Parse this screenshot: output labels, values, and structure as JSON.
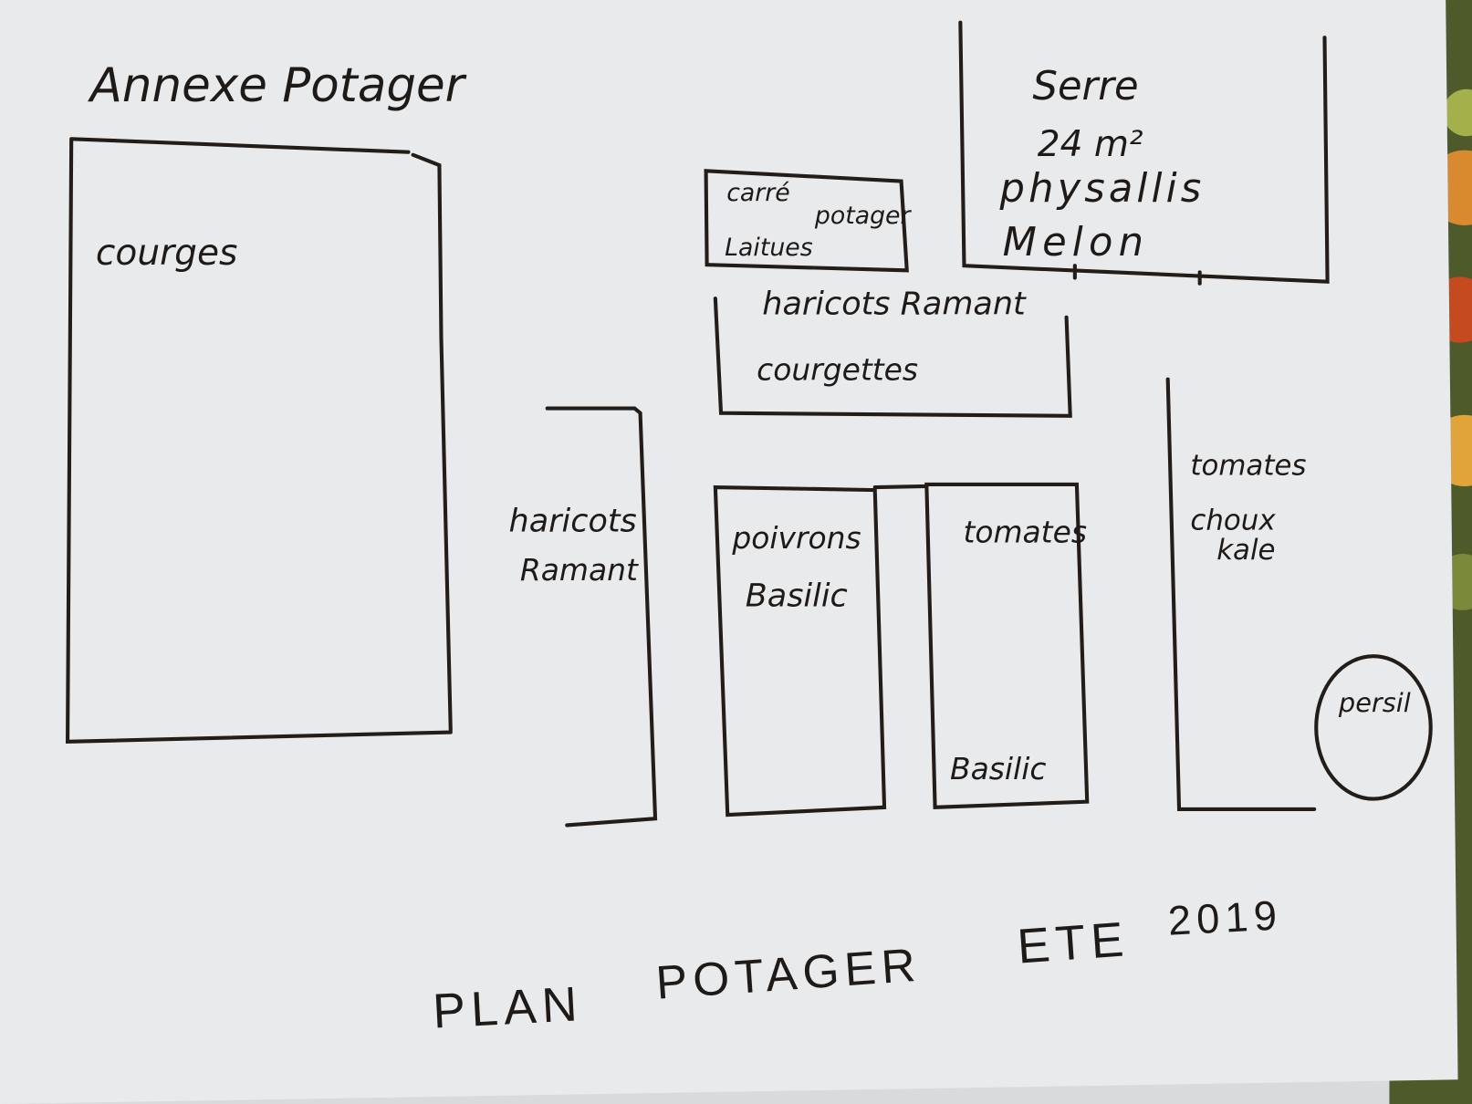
{
  "title": "Annexe Potager",
  "footer": {
    "plan": "PLAN",
    "potager": "POTAGER",
    "ete": "ETE",
    "year": "2019"
  },
  "beds": {
    "courges": "courges",
    "carre_potager_1": "carré",
    "carre_potager_2": "potager",
    "laitues": "Laitues",
    "serre": "Serre",
    "serre_area": "24 m²",
    "physallis": "physallis",
    "melon": "Melon",
    "haricots_top": "haricots Ramant",
    "courgettes": "courgettes",
    "haricots_left_1": "haricots",
    "haricots_left_2": "Ramant",
    "poivrons": "poivrons",
    "basilic_1": "Basilic",
    "tomates": "tomates",
    "basilic_2": "Basilic",
    "tomates_right": "tomates",
    "choux": "choux",
    "kale": "kale",
    "persil": "persil"
  },
  "colors": {
    "paper": "#e9eaec",
    "ink": "#231d1a",
    "cloth": "#c7742b"
  }
}
